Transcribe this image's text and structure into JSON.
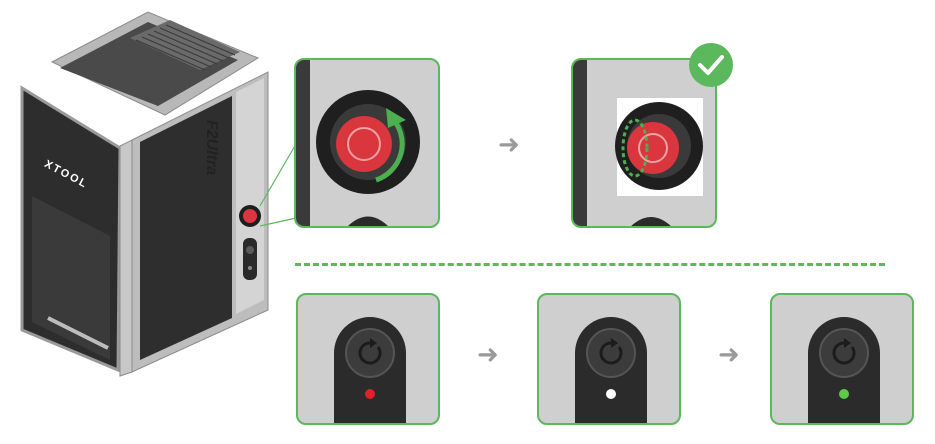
{
  "device": {
    "brand_logo": "XTOOL",
    "model_logo": "F2Ultra"
  },
  "steps": {
    "arrow_symbol": "➜",
    "success_icon": "check-icon",
    "indicator_states": [
      "red",
      "white",
      "green"
    ]
  },
  "colors": {
    "accent_green": "#5cb85c",
    "estop_red": "#d9363e",
    "indicator_red": "#e0202a",
    "indicator_white": "#ffffff",
    "indicator_green": "#5fc94a",
    "arrow_gray": "#9a9a9a"
  }
}
